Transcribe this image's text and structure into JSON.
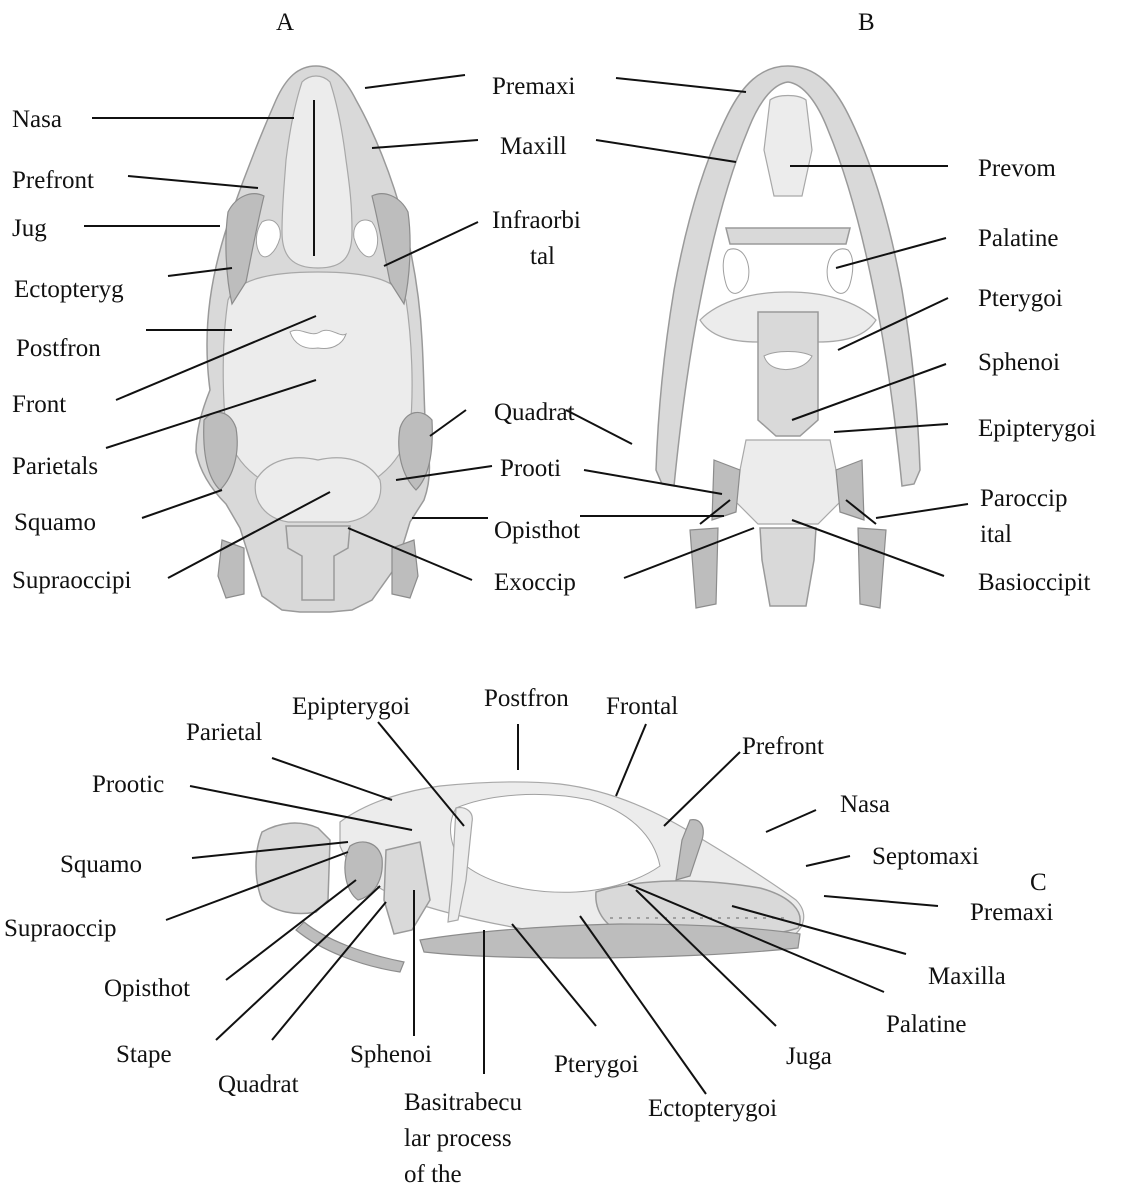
{
  "panels": {
    "a": {
      "letter": "A"
    },
    "b": {
      "letter": "B"
    },
    "c": {
      "letter": "C"
    }
  },
  "labels": {
    "a_premaxi": "Premaxi",
    "a_nasa": "Nasa",
    "a_maxill": "Maxill",
    "a_prefront": "Prefront",
    "a_jug": "Jug",
    "a_infraorbi_1": "Infraorbi",
    "a_infraorbi_2": "tal",
    "a_ectopteryg": "Ectopteryg",
    "a_postfron": "Postfron",
    "a_front": "Front",
    "a_parietals": "Parietals",
    "a_quadrat": "Quadrat",
    "a_squamo": "Squamo",
    "a_prooti": "Prooti",
    "a_opisthot": "Opisthot",
    "a_supraoccipi": "Supraoccipi",
    "a_exoccip": "Exoccip",
    "b_prevom": "Prevom",
    "b_palatine": "Palatine",
    "b_pterygoi": "Pterygoi",
    "b_sphenoi": "Sphenoi",
    "b_epipterygoi": "Epipterygoi",
    "b_paroccip_1": "Paroccip",
    "b_paroccip_2": "ital",
    "b_basioccipit": "Basioccipit",
    "c_epipterygoi": "Epipterygoi",
    "c_postfron": "Postfron",
    "c_frontal": "Frontal",
    "c_parietal": "Parietal",
    "c_prefront": "Prefront",
    "c_prootic": "Prootic",
    "c_nasa": "Nasa",
    "c_squamo": "Squamo",
    "c_septomaxi": "Septomaxi",
    "c_premaxi": "Premaxi",
    "c_supraoccip": "Supraoccip",
    "c_opisthot": "Opisthot",
    "c_maxilla": "Maxilla",
    "c_palatine": "Palatine",
    "c_stape": "Stape",
    "c_sphenoi": "Sphenoi",
    "c_pterygoi": "Pterygoi",
    "c_juga": "Juga",
    "c_quadrat": "Quadrat",
    "c_ectopterygoi": "Ectopterygoi",
    "c_basitrabecu_1": "Basitrabecu",
    "c_basitrabecu_2": "lar process",
    "c_basitrabecu_3": "of the"
  }
}
